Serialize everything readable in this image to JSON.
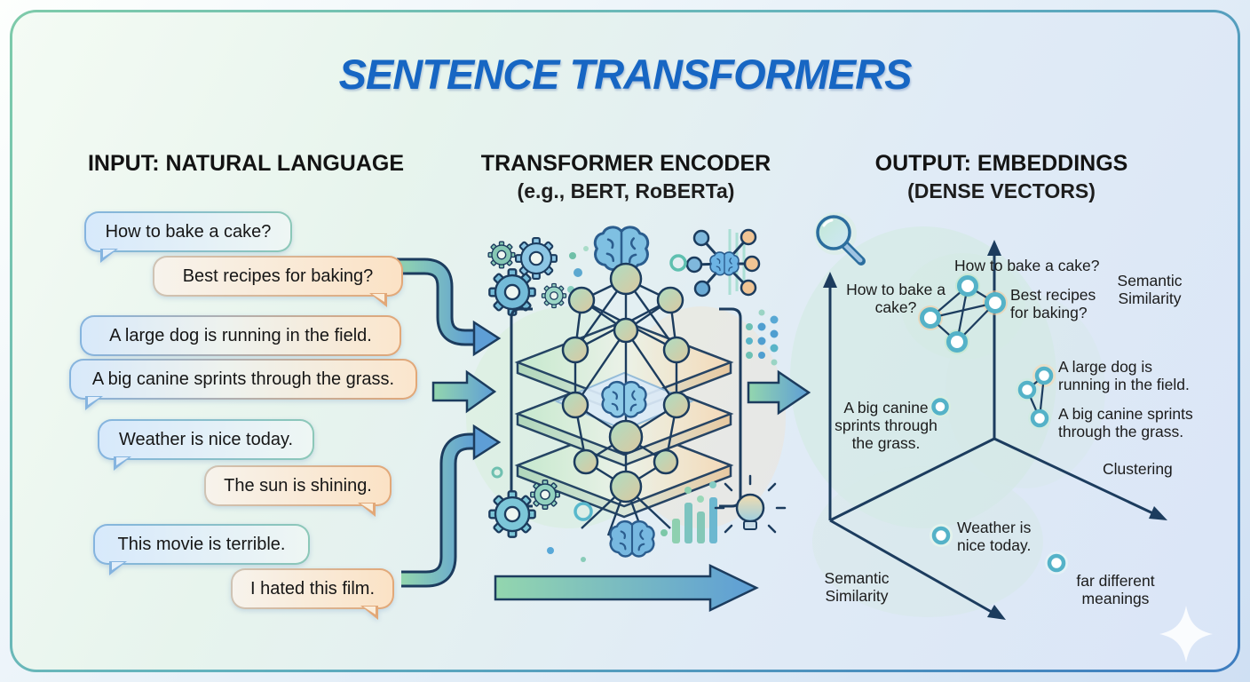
{
  "title": "SENTENCE TRANSFORMERS",
  "input": {
    "heading": "INPUT: NATURAL LANGUAGE",
    "bubbles": [
      {
        "text": "How to bake a cake?"
      },
      {
        "text": "Best recipes for baking?"
      },
      {
        "text": "A large dog is running in the field."
      },
      {
        "text": "A big canine sprints through the grass."
      },
      {
        "text": "Weather is nice today."
      },
      {
        "text": "The sun is shining."
      },
      {
        "text": "This movie is terrible."
      },
      {
        "text": "I hated this film."
      }
    ]
  },
  "encoder": {
    "heading": "TRANSFORMER ENCODER",
    "subheading": "(e.g., BERT, RoBERTa)",
    "icons": [
      "gears-icon",
      "brain-icon",
      "network-brain-icon",
      "dot-grid-icon",
      "neural-network-stack",
      "bar-chart-icon",
      "lightbulb-icon"
    ]
  },
  "output": {
    "heading": "OUTPUT: EMBEDDINGS",
    "subheading": "(DENSE VECTORS)",
    "labels": {
      "query_top": "How to bake a cake?",
      "query_left": "How to bake a cake?",
      "query_right": "Best recipes for baking?",
      "semantic_similarity_top": "Semantic Similarity",
      "dog_sentence": "A large dog is running in the field.",
      "canine_sentence_right": "A big canine sprints through the grass.",
      "canine_sentence_left": "A big canine sprints through the grass.",
      "clustering": "Clustering",
      "weather_sentence": "Weather is nice today.",
      "far_different": "far different meanings",
      "semantic_similarity_bottom": "Semantic Similarity"
    },
    "icons": [
      "magnifier-icon",
      "embedding-axes",
      "similarity-cluster",
      "clustering-cluster",
      "embedding-point",
      "sparkle-icon"
    ]
  },
  "colors": {
    "title_blue": "#1766c3",
    "outline_navy": "#1c3c5e",
    "border_gradient": [
      "#7ecbaa",
      "#3d7cbf"
    ],
    "arrow_gradient": [
      "#93d6ae",
      "#5e9ed6"
    ],
    "bubble_blue_border": "#85b4df",
    "bubble_orange_border": "#e2a878",
    "node_teal_ring": "#54b2c8"
  }
}
